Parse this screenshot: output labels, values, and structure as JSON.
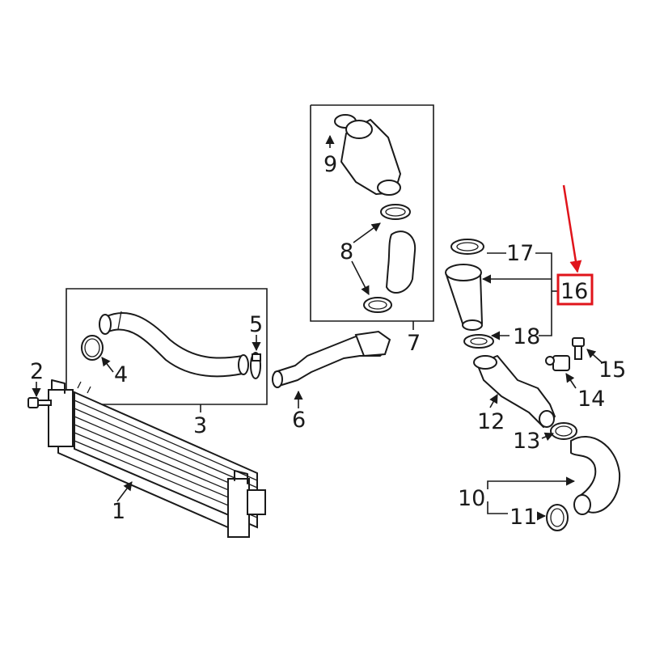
{
  "callouts": {
    "c1": "1",
    "c2": "2",
    "c3": "3",
    "c4": "4",
    "c5": "5",
    "c6": "6",
    "c7": "7",
    "c8": "8",
    "c9": "9",
    "c10": "10",
    "c11": "11",
    "c12": "12",
    "c13": "13",
    "c14": "14",
    "c15": "15",
    "c16": "16",
    "c17": "17",
    "c18": "18"
  },
  "highlight": {
    "callout": "16",
    "color": "#e0141b"
  },
  "colors": {
    "ink": "#1a1a1a",
    "background": "#ffffff"
  }
}
